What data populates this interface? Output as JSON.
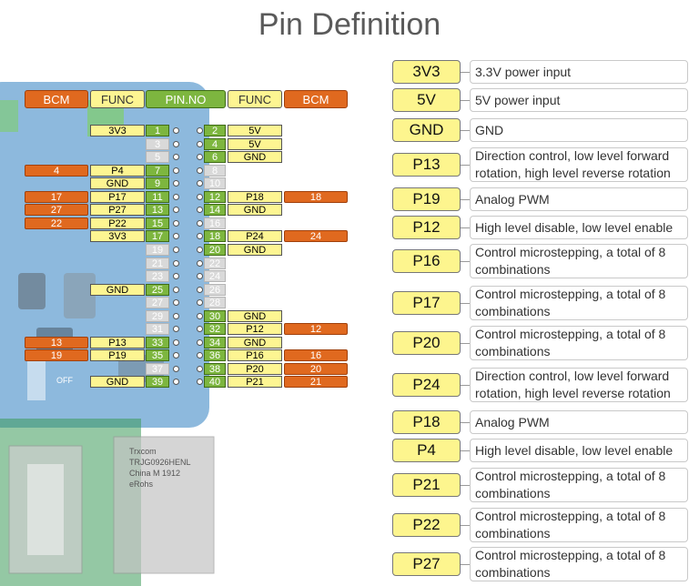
{
  "title": "Pin Definition",
  "header": {
    "bcm_left": "BCM",
    "func_left": "FUNC",
    "pin_no": "PIN.NO",
    "func_right": "FUNC",
    "bcm_right": "BCM"
  },
  "pin_rows": [
    {
      "l_bcm": "",
      "l_func": "3V3",
      "l_pin": "1",
      "r_pin": "2",
      "r_func": "5V",
      "r_bcm": "",
      "l_on": true,
      "r_on": true
    },
    {
      "l_bcm": "",
      "l_func": "",
      "l_pin": "3",
      "r_pin": "4",
      "r_func": "5V",
      "r_bcm": "",
      "l_on": false,
      "r_on": true
    },
    {
      "l_bcm": "",
      "l_func": "",
      "l_pin": "5",
      "r_pin": "6",
      "r_func": "GND",
      "r_bcm": "",
      "l_on": false,
      "r_on": true
    },
    {
      "l_bcm": "4",
      "l_func": "P4",
      "l_pin": "7",
      "r_pin": "8",
      "r_func": "",
      "r_bcm": "",
      "l_on": true,
      "r_on": false
    },
    {
      "l_bcm": "",
      "l_func": "GND",
      "l_pin": "9",
      "r_pin": "10",
      "r_func": "",
      "r_bcm": "",
      "l_on": true,
      "r_on": false
    },
    {
      "l_bcm": "17",
      "l_func": "P17",
      "l_pin": "11",
      "r_pin": "12",
      "r_func": "P18",
      "r_bcm": "18",
      "l_on": true,
      "r_on": true
    },
    {
      "l_bcm": "27",
      "l_func": "P27",
      "l_pin": "13",
      "r_pin": "14",
      "r_func": "GND",
      "r_bcm": "",
      "l_on": true,
      "r_on": true
    },
    {
      "l_bcm": "22",
      "l_func": "P22",
      "l_pin": "15",
      "r_pin": "16",
      "r_func": "",
      "r_bcm": "",
      "l_on": true,
      "r_on": false
    },
    {
      "l_bcm": "",
      "l_func": "3V3",
      "l_pin": "17",
      "r_pin": "18",
      "r_func": "P24",
      "r_bcm": "24",
      "l_on": true,
      "r_on": true
    },
    {
      "l_bcm": "",
      "l_func": "",
      "l_pin": "19",
      "r_pin": "20",
      "r_func": "GND",
      "r_bcm": "",
      "l_on": false,
      "r_on": true
    },
    {
      "l_bcm": "",
      "l_func": "",
      "l_pin": "21",
      "r_pin": "22",
      "r_func": "",
      "r_bcm": "",
      "l_on": false,
      "r_on": false
    },
    {
      "l_bcm": "",
      "l_func": "",
      "l_pin": "23",
      "r_pin": "24",
      "r_func": "",
      "r_bcm": "",
      "l_on": false,
      "r_on": false
    },
    {
      "l_bcm": "",
      "l_func": "GND",
      "l_pin": "25",
      "r_pin": "26",
      "r_func": "",
      "r_bcm": "",
      "l_on": true,
      "r_on": false
    },
    {
      "l_bcm": "",
      "l_func": "",
      "l_pin": "27",
      "r_pin": "28",
      "r_func": "",
      "r_bcm": "",
      "l_on": false,
      "r_on": false
    },
    {
      "l_bcm": "",
      "l_func": "",
      "l_pin": "29",
      "r_pin": "30",
      "r_func": "GND",
      "r_bcm": "",
      "l_on": false,
      "r_on": true
    },
    {
      "l_bcm": "",
      "l_func": "",
      "l_pin": "31",
      "r_pin": "32",
      "r_func": "P12",
      "r_bcm": "12",
      "l_on": false,
      "r_on": true
    },
    {
      "l_bcm": "13",
      "l_func": "P13",
      "l_pin": "33",
      "r_pin": "34",
      "r_func": "GND",
      "r_bcm": "",
      "l_on": true,
      "r_on": true
    },
    {
      "l_bcm": "19",
      "l_func": "P19",
      "l_pin": "35",
      "r_pin": "36",
      "r_func": "P16",
      "r_bcm": "16",
      "l_on": true,
      "r_on": true
    },
    {
      "l_bcm": "",
      "l_func": "",
      "l_pin": "37",
      "r_pin": "38",
      "r_func": "P20",
      "r_bcm": "20",
      "l_on": false,
      "r_on": true
    },
    {
      "l_bcm": "",
      "l_func": "GND",
      "l_pin": "39",
      "r_pin": "40",
      "r_func": "P21",
      "r_bcm": "21",
      "l_on": true,
      "r_on": true
    }
  ],
  "board_labels": {
    "chip_text": [
      "Trxcom",
      "TRJG0926HENL",
      "China M 1912",
      "eRohs"
    ],
    "switch_off": "OFF"
  },
  "definitions": [
    {
      "key": "3V3",
      "desc": "3.3V power input"
    },
    {
      "key": "5V",
      "desc": "5V power input"
    },
    {
      "key": "GND",
      "desc": "GND"
    },
    {
      "key": "P13",
      "desc": "Direction control, low level forward rotation, high level reverse rotation"
    },
    {
      "key": "P19",
      "desc": "Analog PWM"
    },
    {
      "key": "P12",
      "desc": "High level disable, low level enable"
    },
    {
      "key": "P16",
      "desc": "Control microstepping, a total of 8 combinations"
    },
    {
      "key": "P17",
      "desc": "Control microstepping, a total of 8 combinations"
    },
    {
      "key": "P20",
      "desc": "Control microstepping, a total of 8 combinations"
    },
    {
      "key": "P24",
      "desc": "Direction control, low level forward rotation, high level reverse rotation"
    },
    {
      "key": "P18",
      "desc": "Analog PWM"
    },
    {
      "key": "P4",
      "desc": "High level disable, low level enable"
    },
    {
      "key": "P21",
      "desc": "Control microstepping, a total of 8 combinations"
    },
    {
      "key": "P22",
      "desc": "Control microstepping, a total of 8 combinations"
    },
    {
      "key": "P27",
      "desc": "Control microstepping, a total of 8 combinations"
    }
  ],
  "colors": {
    "bcm": "#e0691f",
    "func": "#fdf592",
    "pin_active": "#7db63f",
    "pin_inactive": "#d9d9d9",
    "board": "#2f7fc1"
  }
}
